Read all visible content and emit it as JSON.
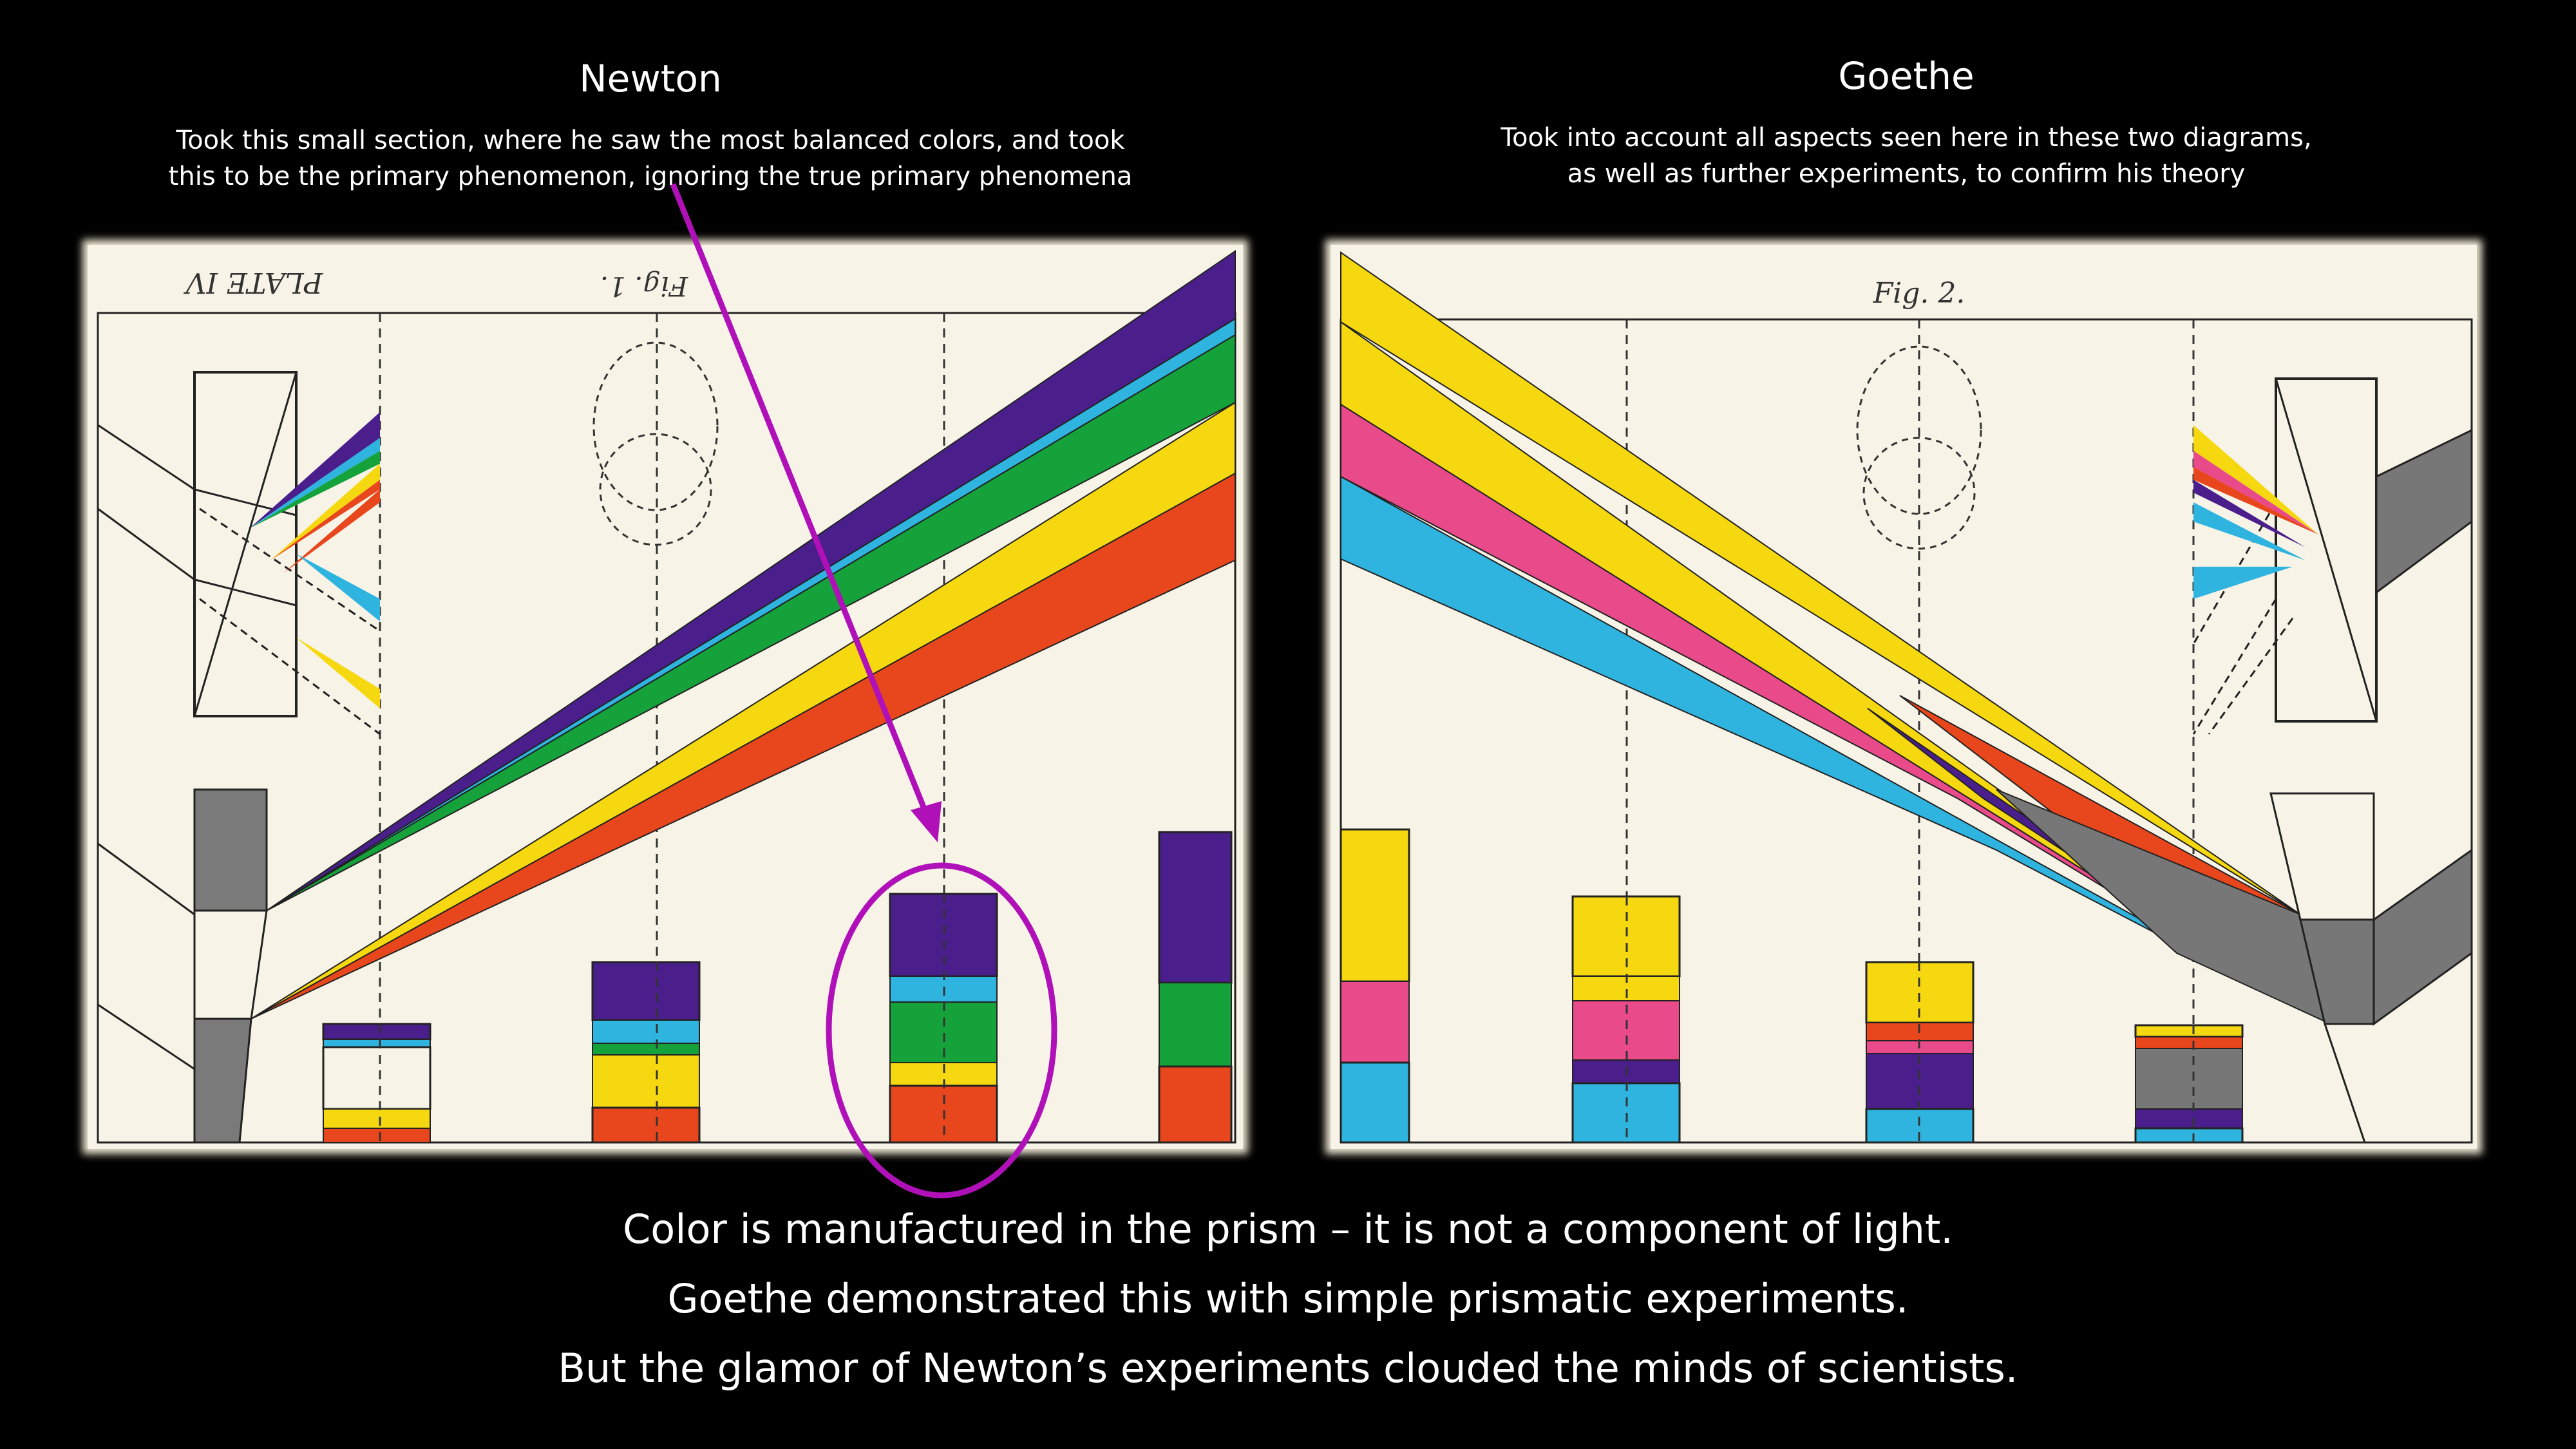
{
  "newton": {
    "title": "Newton",
    "subtitle_line1": "Took this small section, where he saw the most balanced colors, and took",
    "subtitle_line2": "this to be the primary phenomenon, ignoring the true primary phenomena",
    "plate_label": "PLATE IV",
    "fig_label": "Fig. 1."
  },
  "goethe": {
    "title": "Goethe",
    "subtitle_line1": "Took into account all aspects seen here in these two diagrams,",
    "subtitle_line2": "as well as further experiments, to confirm his theory",
    "fig_label": "Fig. 2."
  },
  "captions": [
    "Color is manufactured in the prism – it is not a component of light.",
    "Goethe demonstrated this with simple prismatic experiments.",
    "But the glamor of Newton’s experiments clouded the minds of scientists."
  ],
  "colors": {
    "violet": "#4a1f8c",
    "blue": "#2fb4e0",
    "green": "#15a23a",
    "yellow": "#f5d80f",
    "red": "#e8461c",
    "magenta": "#e94a8a",
    "gray": "#777777",
    "paper": "#f7f3e6",
    "highlight": "#b010b8"
  }
}
